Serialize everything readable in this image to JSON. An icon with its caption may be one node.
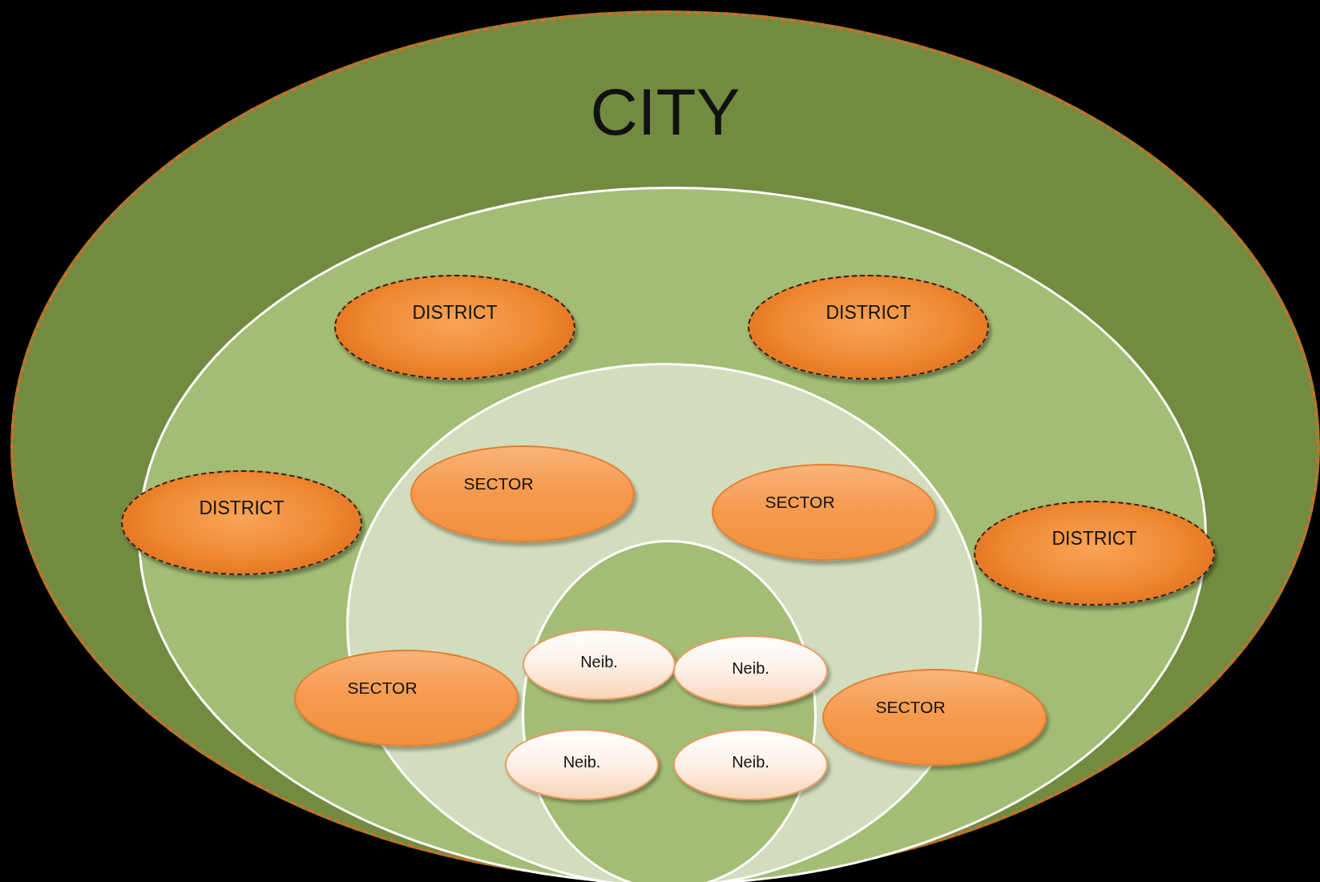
{
  "diagram": {
    "nodes": [
      {
        "text": [
          "CITY"
        ]
      },
      {
        "text": [],
        "shape": "ellipse",
        "in": 0
      },
      {
        "text": [
          "DISTRICT"
        ],
        "in": 1
      },
      {
        "text": [
          "DISTRICT"
        ],
        "in": 1
      },
      {
        "text": [
          "DISTRICT"
        ],
        "in": 0
      },
      {
        "text": [
          "DISTRICT"
        ],
        "in": 1
      },
      {
        "text": [],
        "shape": "ellipse",
        "in": 1
      },
      {
        "text": [
          "SECTOR"
        ],
        "in": 6
      },
      {
        "text": [
          "SECTOR"
        ],
        "in": 6
      },
      {
        "text": [],
        "shape": "ellipse",
        "in": 6
      },
      {
        "text": [
          "SECTOR"
        ],
        "in": 1
      },
      {
        "text": [
          "SECTOR"
        ],
        "in": 1
      },
      {
        "text": [
          "Neib."
        ],
        "in": 9
      },
      {
        "text": [
          "Neib."
        ],
        "in": 6
      },
      {
        "text": [
          "Neib."
        ],
        "in": 6
      },
      {
        "text": [
          "Neib."
        ],
        "in": 6
      }
    ],
    "edges": []
  }
}
